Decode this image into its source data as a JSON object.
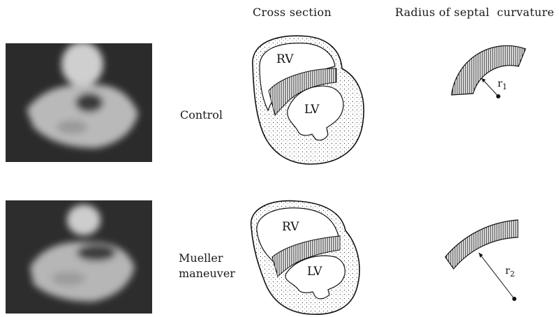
{
  "headers": {
    "cross_section": "Cross section",
    "radius": "Radius of septal  curvature"
  },
  "rows": [
    {
      "label_lines": [
        "Control"
      ],
      "rv_label": "RV",
      "lv_label": "LV",
      "radius_label": "r",
      "radius_sub": "1"
    },
    {
      "label_lines": [
        "Mueller",
        "maneuver"
      ],
      "rv_label": "RV",
      "lv_label": "LV",
      "radius_label": "r",
      "radius_sub": "2"
    }
  ],
  "colors": {
    "ink": "#111111",
    "echo_bg": "#2a2a2a",
    "echo_tissue": "#bdbdbd"
  }
}
